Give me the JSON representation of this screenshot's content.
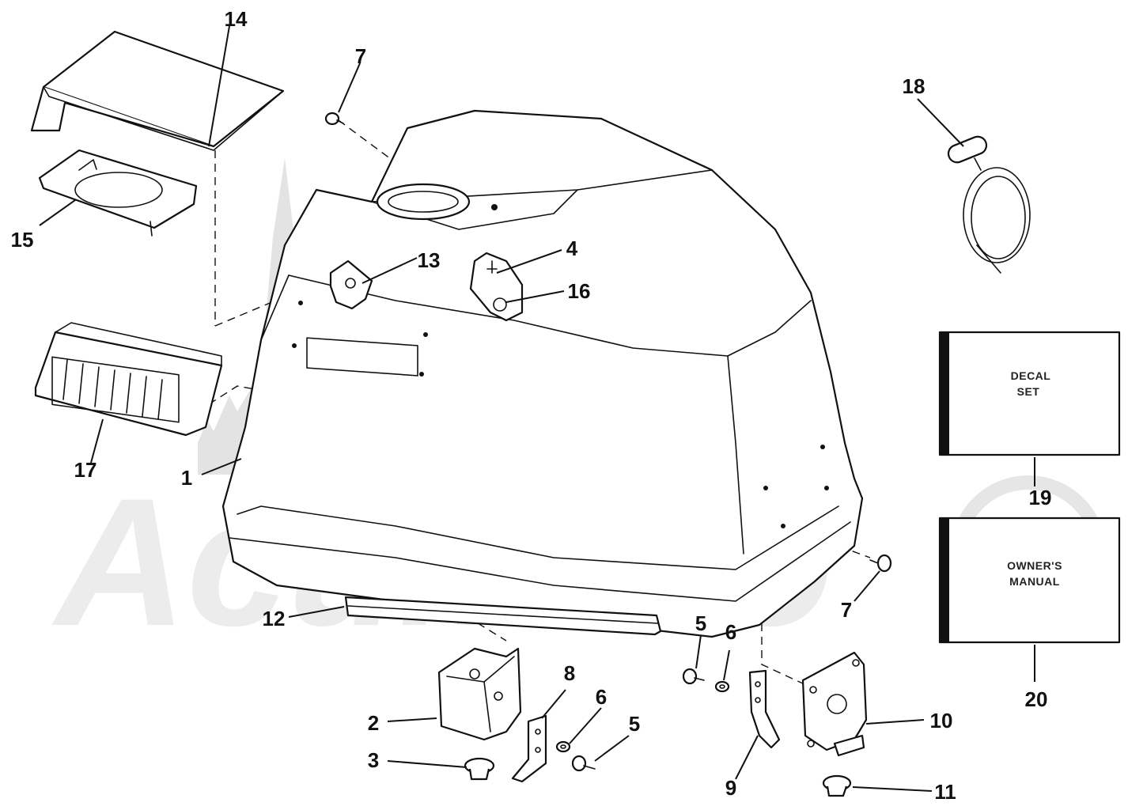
{
  "diagram": {
    "watermark_text": "AcuMoto",
    "callouts": [
      {
        "id": "c1",
        "label": "1"
      },
      {
        "id": "c2",
        "label": "2"
      },
      {
        "id": "c3",
        "label": "3"
      },
      {
        "id": "c4",
        "label": "4"
      },
      {
        "id": "c5a",
        "label": "5"
      },
      {
        "id": "c5b",
        "label": "5"
      },
      {
        "id": "c6a",
        "label": "6"
      },
      {
        "id": "c6b",
        "label": "6"
      },
      {
        "id": "c7a",
        "label": "7"
      },
      {
        "id": "c7b",
        "label": "7"
      },
      {
        "id": "c8",
        "label": "8"
      },
      {
        "id": "c9",
        "label": "9"
      },
      {
        "id": "c10",
        "label": "10"
      },
      {
        "id": "c11",
        "label": "11"
      },
      {
        "id": "c12",
        "label": "12"
      },
      {
        "id": "c13",
        "label": "13"
      },
      {
        "id": "c14",
        "label": "14"
      },
      {
        "id": "c15",
        "label": "15"
      },
      {
        "id": "c16",
        "label": "16"
      },
      {
        "id": "c17",
        "label": "17"
      },
      {
        "id": "c18",
        "label": "18"
      },
      {
        "id": "c19",
        "label": "19"
      },
      {
        "id": "c20",
        "label": "20"
      }
    ],
    "boxes": {
      "decal_set": {
        "line1": "DECAL",
        "line2": "SET"
      },
      "owners_manual": {
        "line1": "OWNER'S",
        "line2": "MANUAL"
      }
    }
  }
}
